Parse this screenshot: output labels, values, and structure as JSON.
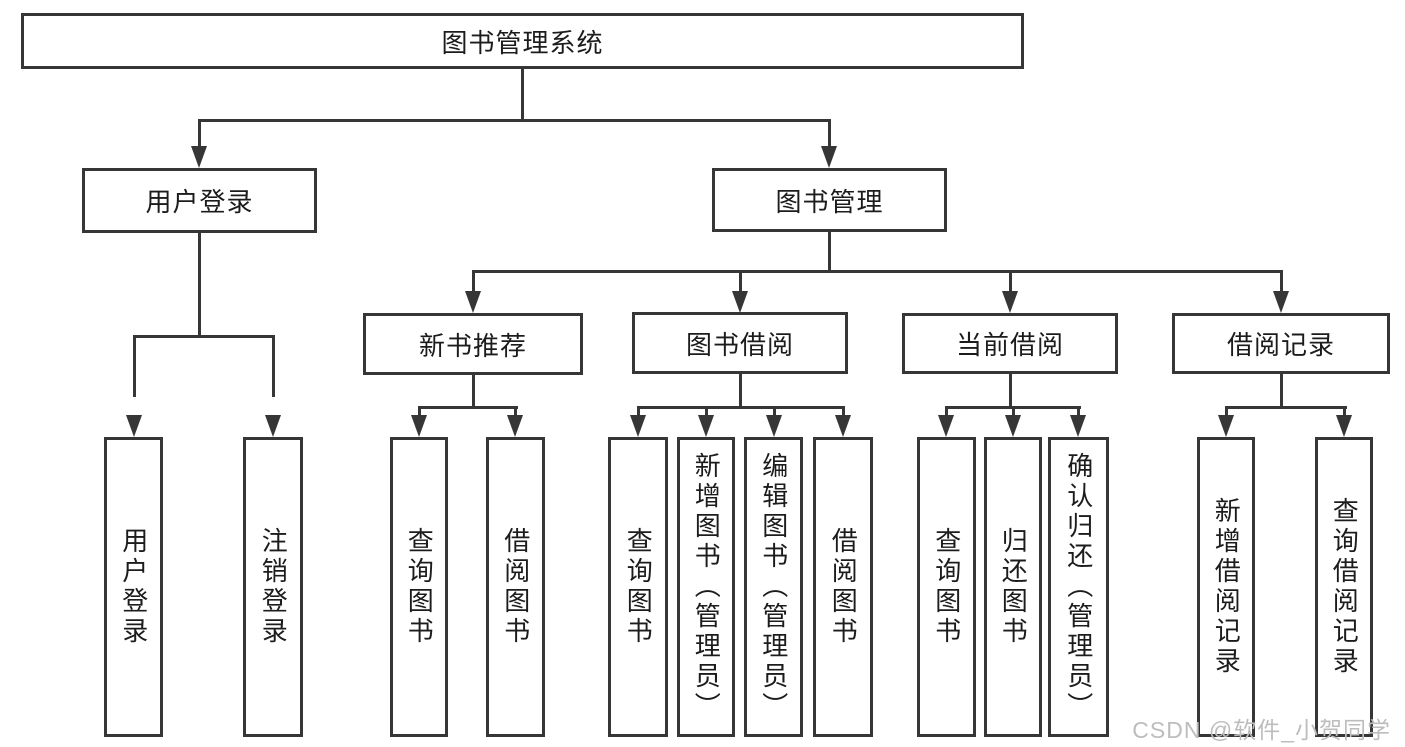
{
  "diagram": {
    "root": {
      "label": "图书管理系统"
    },
    "level2": [
      {
        "label": "用户登录"
      },
      {
        "label": "图书管理"
      }
    ],
    "level3": [
      {
        "label": "新书推荐"
      },
      {
        "label": "图书借阅"
      },
      {
        "label": "当前借阅"
      },
      {
        "label": "借阅记录"
      }
    ],
    "leaves": {
      "user_login": [
        "用户登录",
        "注销登录"
      ],
      "new_book": [
        "查询图书",
        "借阅图书"
      ],
      "book_borrow": [
        "查询图书",
        "新增图书（管理员）",
        "编辑图书（管理员）",
        "借阅图书"
      ],
      "current_borrow": [
        "查询图书",
        "归还图书",
        "确认归还（管理员）"
      ],
      "borrow_record": [
        "新增借阅记录",
        "查询借阅记录"
      ]
    }
  },
  "watermark": "CSDN @软件_小贺同学",
  "colors": {
    "line": "#363636",
    "text": "#1c1c1c",
    "watermark": "#bdbdbd",
    "background": "#ffffff"
  }
}
